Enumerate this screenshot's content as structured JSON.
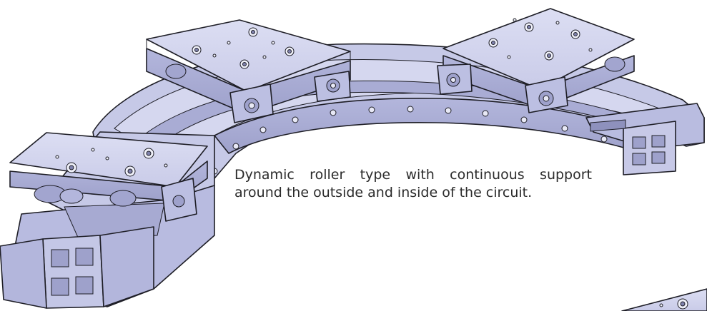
{
  "caption": {
    "line1": "Dynamic roller type with continuous support",
    "line2": "around the outside and inside of the circuit."
  },
  "colors": {
    "body": "#c4c7e6",
    "top_face": "#d9dbf1",
    "side_face": "#a7aad2",
    "shadow": "#8e91bd",
    "outline": "#1e1e26",
    "background": "#ffffff"
  },
  "components": {
    "carriages": 4,
    "track_profiles": 2
  }
}
